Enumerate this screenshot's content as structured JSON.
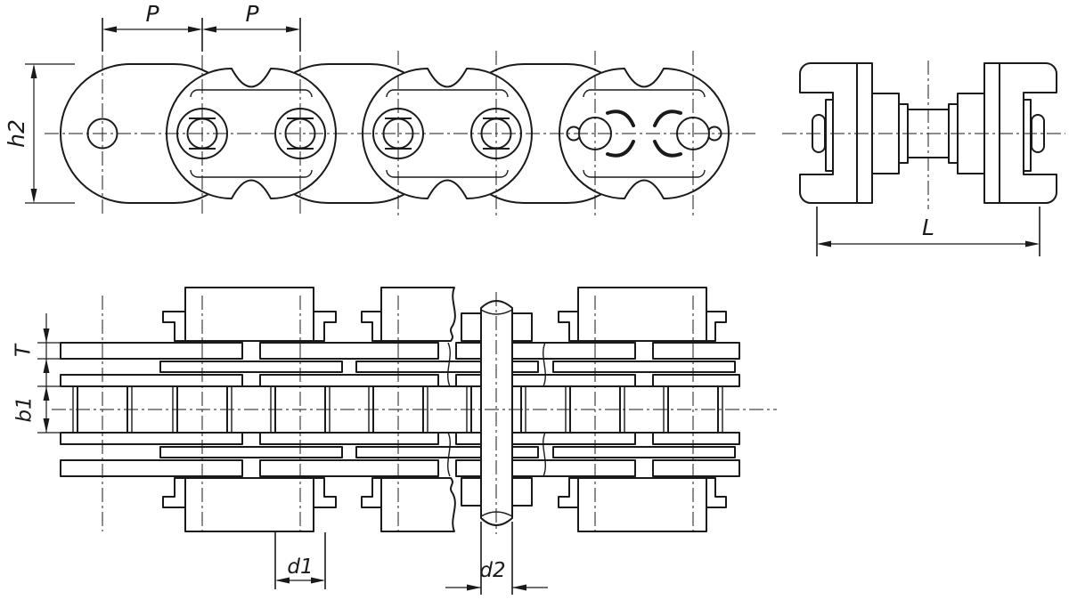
{
  "drawing": {
    "type": "technical-drawing",
    "subject": "Roller chain: side elevation with spring-clip connecting link, end view, and sectional plan view",
    "colors": {
      "line": "#1a1a1a",
      "background": "#ffffff"
    },
    "dimension_labels": {
      "pitch_1": "P",
      "pitch_2": "P",
      "plate_height": "h2",
      "link_length": "L",
      "plate_thickness": "T",
      "inner_width": "b1",
      "roller_diameter": "d1",
      "pin_diameter": "d2"
    }
  }
}
